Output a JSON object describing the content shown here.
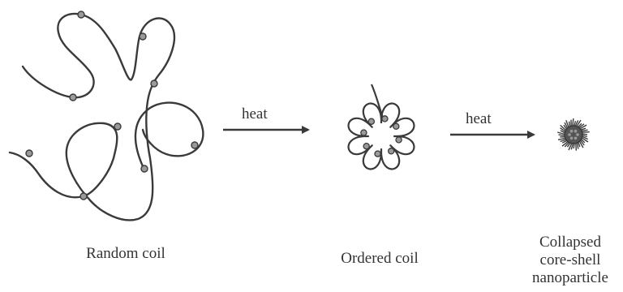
{
  "stages": {
    "random_coil": {
      "label": "Random coil"
    },
    "ordered_coil": {
      "label": "Ordered coil"
    },
    "collapsed": {
      "label_lines": [
        "Collapsed",
        "core-shell",
        "nanoparticle"
      ]
    }
  },
  "arrows": [
    {
      "label": "heat"
    },
    {
      "label": "heat"
    }
  ],
  "colors": {
    "line": "#3a3a3a",
    "bead_fill": "#9a9a9a",
    "bead_stroke": "#3a3a3a",
    "text": "#333333"
  }
}
